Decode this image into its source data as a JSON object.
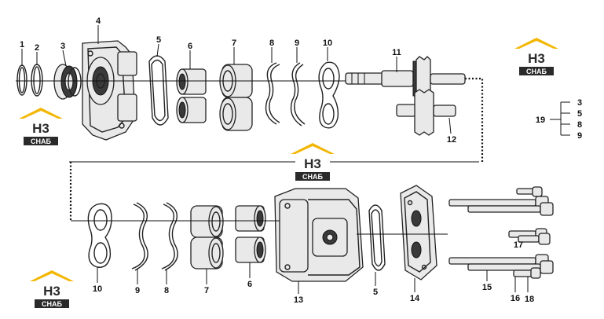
{
  "logo": {
    "mark": "H3",
    "word": "CHAБ",
    "colors": {
      "yellow": "#f2b705",
      "dark": "#2a2a2a",
      "white": "#ffffff"
    }
  },
  "callouts": {
    "c1": "1",
    "c2": "2",
    "c3": "3",
    "c4": "4",
    "c5": "5",
    "c6": "6",
    "c7": "7",
    "c8": "8",
    "c9": "9",
    "c10": "10",
    "c11": "11",
    "c12": "12",
    "c10b": "10",
    "c9b": "9",
    "c8b": "8",
    "c7b": "7",
    "c6b": "6",
    "c13": "13",
    "c5b": "5",
    "c14": "14",
    "c15": "15",
    "c16": "16",
    "c17": "17",
    "c18": "18"
  },
  "kit": {
    "number": "19",
    "items": [
      "3",
      "5",
      "8",
      "9"
    ]
  }
}
